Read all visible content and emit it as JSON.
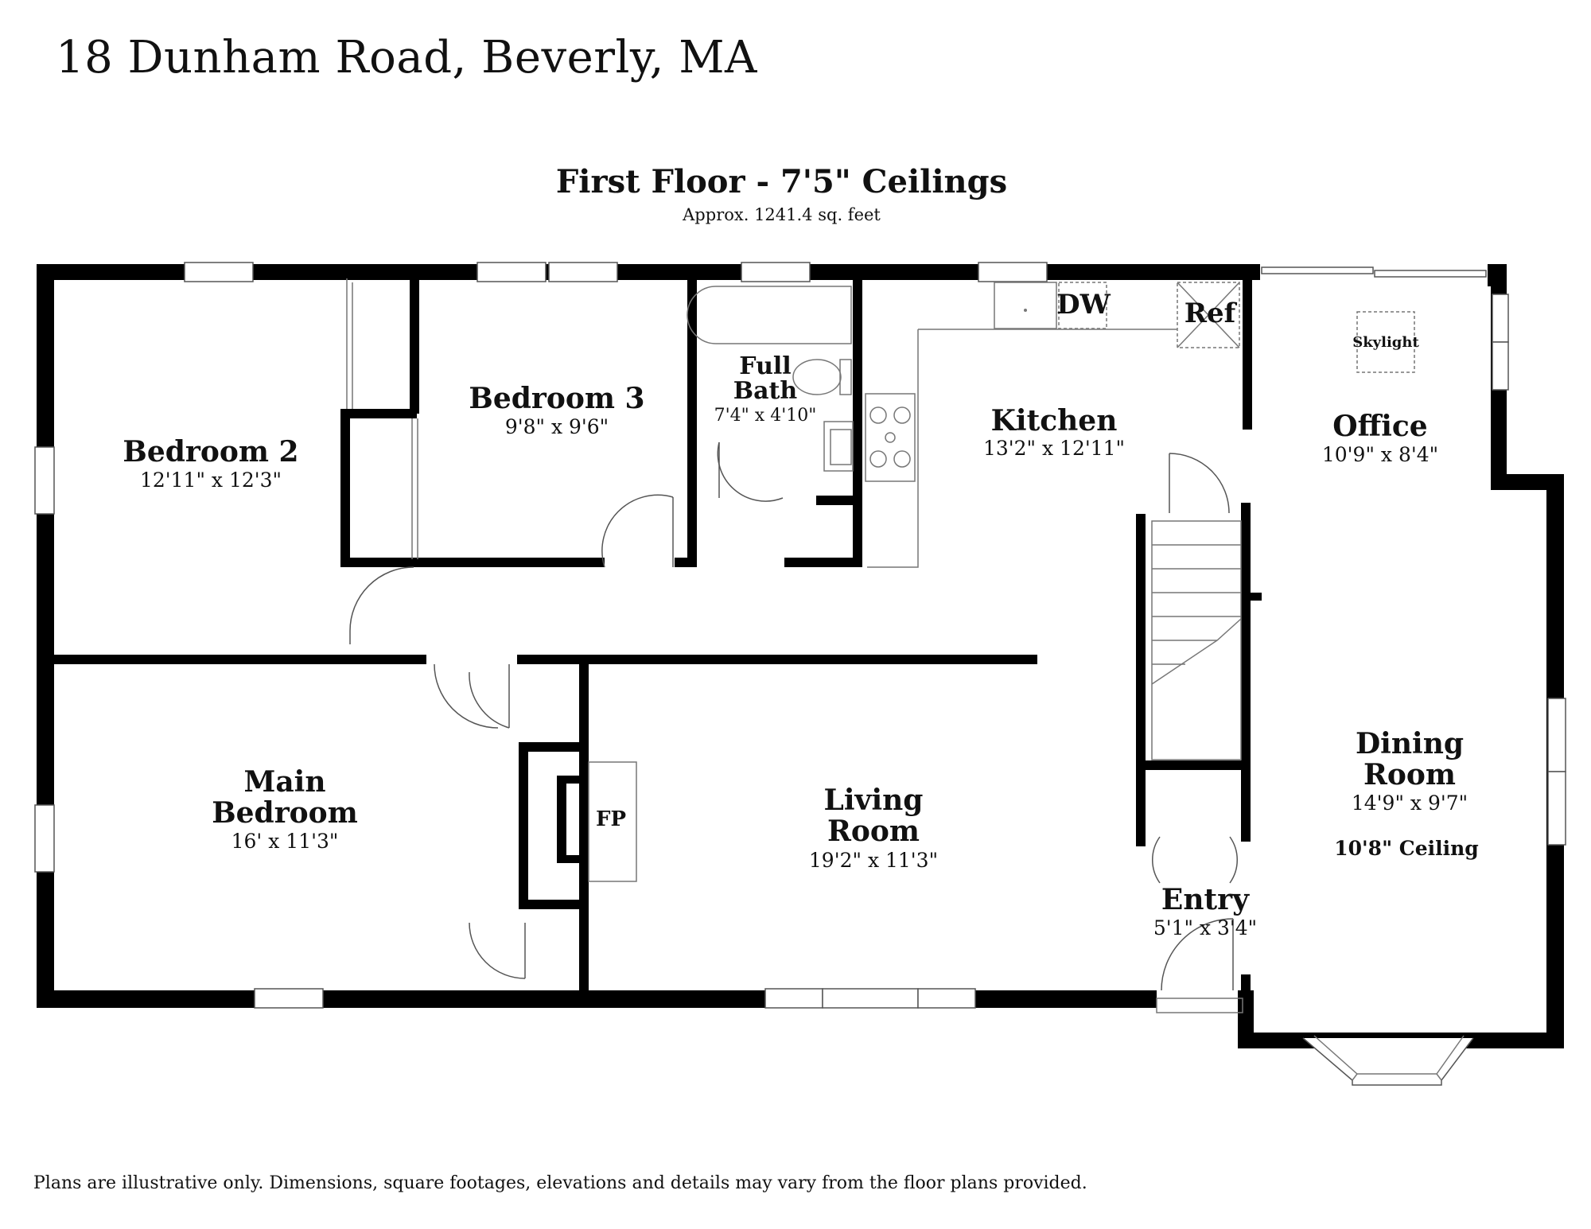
{
  "header": {
    "address": "18 Dunham Road, Beverly, MA",
    "floor_title": "First Floor - 7'5\" Ceilings",
    "floor_area": "Approx. 1241.4 sq. feet"
  },
  "rooms": {
    "bedroom2": {
      "name": "Bedroom 2",
      "dims": "12'11\" x 12'3\""
    },
    "bedroom3": {
      "name": "Bedroom 3",
      "dims": "9'8\" x 9'6\""
    },
    "full_bath": {
      "name_line1": "Full",
      "name_line2": "Bath",
      "dims": "7'4\" x 4'10\""
    },
    "kitchen": {
      "name": "Kitchen",
      "dims": "13'2\" x 12'11\""
    },
    "office": {
      "name": "Office",
      "dims": "10'9\" x 8'4\""
    },
    "main_bedroom": {
      "name_line1": "Main",
      "name_line2": "Bedroom",
      "dims": "16' x 11'3\""
    },
    "living_room": {
      "name_line1": "Living",
      "name_line2": "Room",
      "dims": "19'2\" x 11'3\""
    },
    "dining_room": {
      "name_line1": "Dining",
      "name_line2": "Room",
      "dims": "14'9\" x 9'7\"",
      "note": "10'8\" Ceiling"
    },
    "entry": {
      "name": "Entry",
      "dims": "5'1\" x 3'4\""
    }
  },
  "fixtures": {
    "dishwasher": "DW",
    "refrigerator": "Ref",
    "skylight": "Skylight",
    "fireplace": "FP"
  },
  "footer": {
    "disclaimer": "Plans are illustrative only. Dimensions, square footages, elevations and details may vary from the floor plans provided."
  },
  "colors": {
    "wall": "#000000",
    "background": "#ffffff",
    "fixture_line": "#777777"
  }
}
